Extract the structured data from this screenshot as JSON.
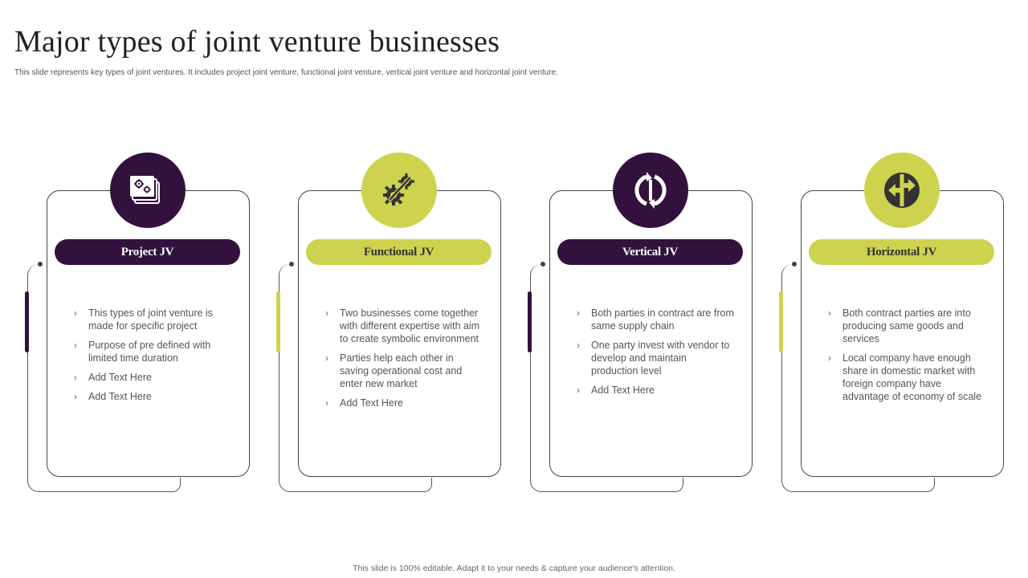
{
  "header": {
    "title": "Major types of joint venture businesses",
    "subtitle": "This slide represents key types of joint ventures. It includes project joint venture, functional joint venture, vertical joint venture and horizontal joint venture."
  },
  "colors": {
    "dark": "#33113d",
    "lime": "#cdd34e"
  },
  "cards": [
    {
      "title": "Project JV",
      "icon": "documents-gears-icon",
      "bullets": [
        "This types of joint venture is made for specific project",
        "Purpose of pre defined with limited time duration",
        "Add Text Here",
        "Add Text Here"
      ]
    },
    {
      "title": "Functional JV",
      "icon": "gear-wrench-icon",
      "bullets": [
        "Two businesses come together with different expertise with aim to create symbolic environment",
        "Parties help each other in saving operational cost and enter new market",
        "Add Text Here"
      ]
    },
    {
      "title": "Vertical JV",
      "icon": "vertical-arrows-cycle-icon",
      "bullets": [
        "Both parties in contract are from same supply chain",
        "One party invest with vendor to develop and maintain production level",
        "Add Text Here"
      ]
    },
    {
      "title": "Horizontal JV",
      "icon": "horizontal-split-arrows-icon",
      "bullets": [
        "Both contract parties are into producing same goods and services",
        "Local company have enough share in domestic market with foreign company have advantage of economy of scale"
      ]
    }
  ],
  "footer": {
    "text": "This slide is 100% editable. Adapt it to your needs & capture your audience's attention."
  }
}
